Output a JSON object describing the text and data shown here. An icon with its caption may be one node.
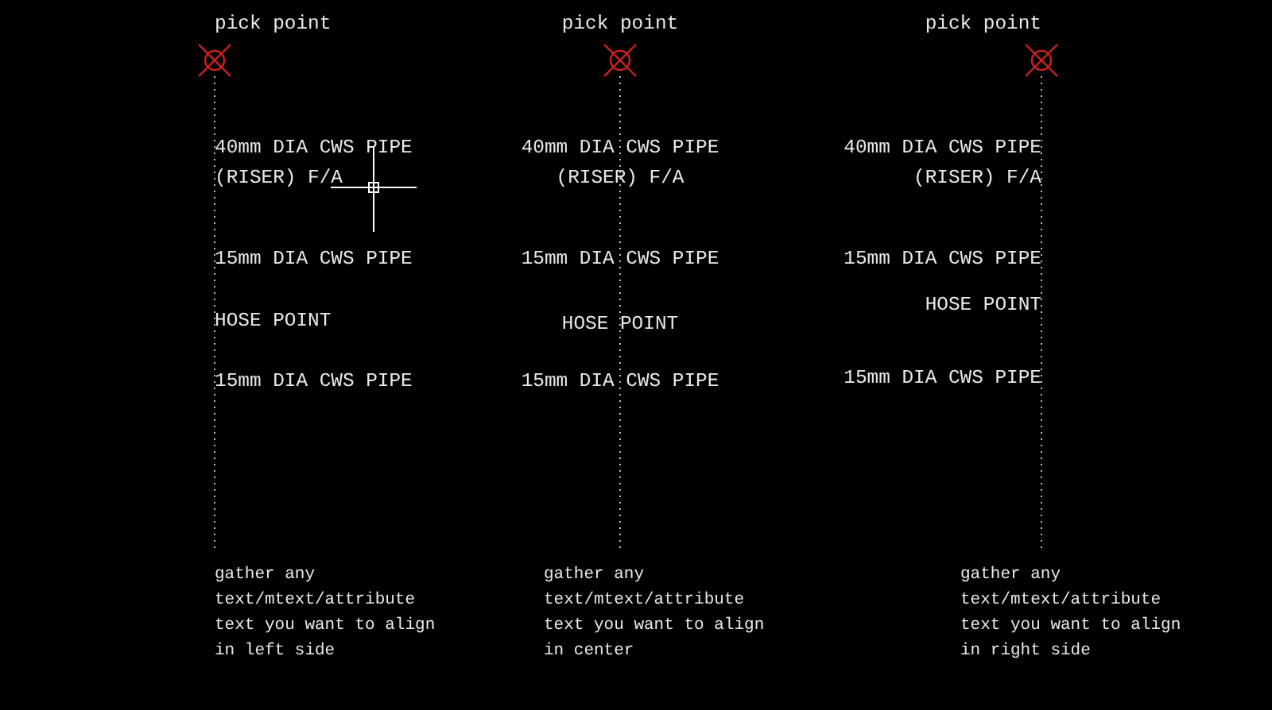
{
  "diagram": {
    "labels": [
      "pick point",
      "40mm DIA CWS PIPE (RISER) F/A",
      "15mm DIA CWS PIPE",
      "HOSE POINT",
      "15mm DIA CWS PIPE",
      "gather any text/mtext/attribute text you want to align in left side",
      "pick point",
      "40mm DIA CWS PIPE (RISER) F/A",
      "15mm DIA CWS PIPE",
      "HOSE POINT",
      "15mm DIA CWS PIPE",
      "gather any text/mtext/attribute text you want to align in center",
      "pick point",
      "40mm DIA CWS PIPE (RISER) F/A",
      "15mm DIA CWS PIPE",
      "HOSE POINT",
      "15mm DIA CWS PIPE",
      "gather any text/mtext/attribute text you want to align in right side"
    ]
  }
}
